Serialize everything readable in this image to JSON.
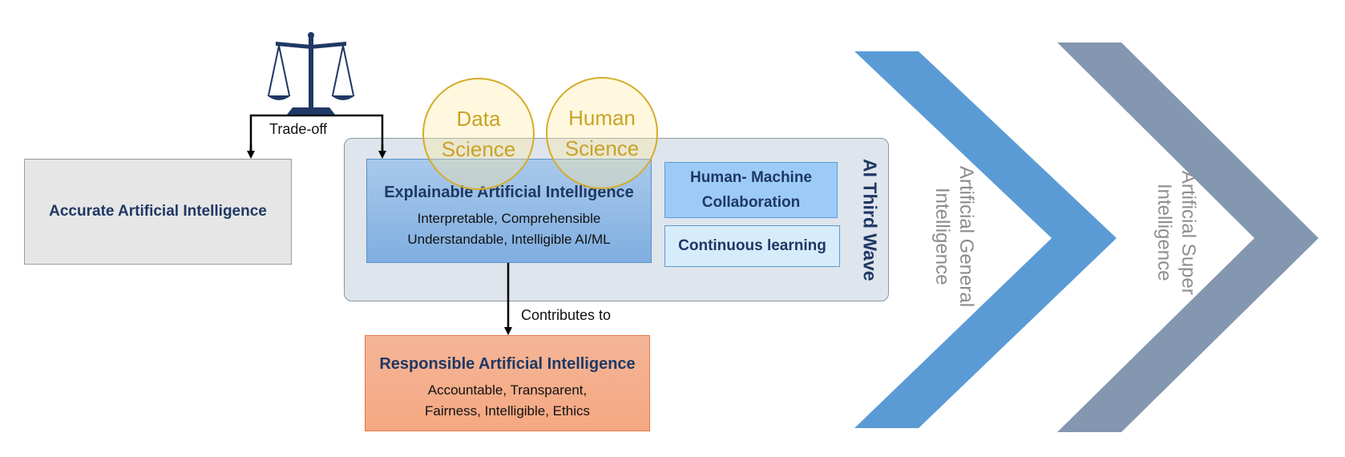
{
  "tradeoff_label": "Trade-off",
  "contributes_label": "Contributes to",
  "accurate_ai": {
    "title": "Accurate Artificial Intelligence"
  },
  "third_wave": {
    "label": "AI Third Wave"
  },
  "circles": {
    "data_science": {
      "line1": "Data",
      "line2": "Science"
    },
    "human_science": {
      "line1": "Human",
      "line2": "Science"
    }
  },
  "xai": {
    "title": "Explainable Artificial Intelligence",
    "line1": "Interpretable, Comprehensible",
    "line2": "Understandable, Intelligible AI/ML"
  },
  "hmc": {
    "line1": "Human- Machine",
    "line2": "Collaboration"
  },
  "continuous_learning": {
    "title": "Continuous learning"
  },
  "responsible_ai": {
    "title": "Responsible Artificial Intelligence",
    "line1": "Accountable, Transparent,",
    "line2": "Fairness, Intelligible, Ethics"
  },
  "chevrons": {
    "agi": {
      "line1": "Artificial General",
      "line2": "Intelligence"
    },
    "asi": {
      "line1": "Artificial Super",
      "line2": "Intelligence"
    }
  },
  "colors": {
    "title_navy": "#1f3864",
    "agi_chevron": "#5b9bd5",
    "asi_chevron": "#8497b0",
    "circle_gold": "#d4ac2b"
  },
  "icons": {
    "scale": "balance-scale-icon"
  }
}
